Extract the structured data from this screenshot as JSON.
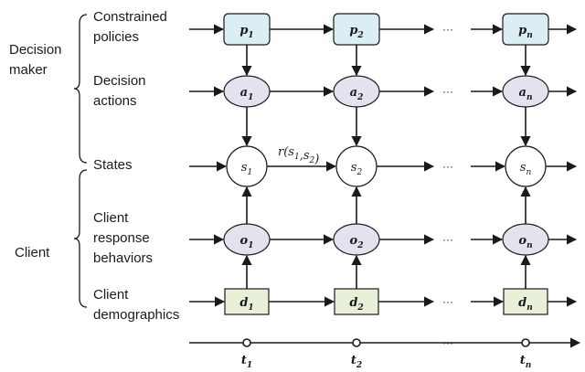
{
  "groups": {
    "decision_maker": "Decision maker",
    "client": "Client"
  },
  "rows": {
    "policies": "Constrained policies",
    "actions": "Decision actions",
    "states": "States",
    "behaviors": "Client response behaviors",
    "demographics": "Client demographics"
  },
  "nodes": {
    "policies": {
      "base": "p",
      "subs": [
        "1",
        "2",
        "n"
      ]
    },
    "actions": {
      "base": "a",
      "subs": [
        "1",
        "2",
        "n"
      ]
    },
    "states": {
      "base": "s",
      "subs": [
        "1",
        "2",
        "n"
      ]
    },
    "behaviors": {
      "base": "o",
      "subs": [
        "1",
        "2",
        "n"
      ]
    },
    "demographics": {
      "base": "d",
      "subs": [
        "1",
        "2",
        "n"
      ]
    }
  },
  "reward_label": "r(s1,s2)",
  "ellipsis": "···",
  "timeline": {
    "base": "t",
    "subs": [
      "1",
      "2",
      "n"
    ]
  },
  "colors": {
    "policy_fill": "#dbeef3",
    "action_fill": "#e4e2ef",
    "state_fill": "#ffffff",
    "behavior_fill": "#e4e2ef",
    "demo_fill": "#e8f0da",
    "stroke": "#1a1a1a"
  }
}
